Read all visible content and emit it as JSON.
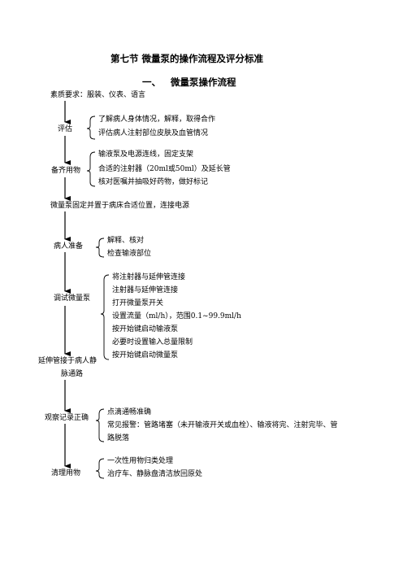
{
  "title": "第七节  微量泵的操作流程及评分标准",
  "subtitle": {
    "number": "一、",
    "text": "微量泵操作流程"
  },
  "steps": [
    {
      "label": "素质要求：服装、仪表、语言",
      "items": []
    },
    {
      "label": "评估",
      "items": [
        "了解病人身体情况，解释，取得合作",
        "评估病人注射部位皮肤及血管情况"
      ]
    },
    {
      "label": "备齐用物",
      "items": [
        "输液泵及电源连线，固定支架",
        "合适的注射器（20ml或50ml）及延长管",
        "核对医嘱并抽吸好药物，做好标记"
      ]
    },
    {
      "label": "微量泵固定并置于病床合适位置，连接电源",
      "items": []
    },
    {
      "label": "病人准备",
      "items": [
        "解释、核对",
        "检查输液部位"
      ]
    },
    {
      "label": "调试微量泵",
      "items": [
        "将注射器与延伸管连接",
        "注射器与延伸管连接",
        "打开微量泵开关",
        "设置流量（ml/h），范围0.1~99.9ml/h",
        "按开始键启动输液泵",
        "必要时设置输入总量限制",
        "按开始键启动微量泵"
      ]
    },
    {
      "label_lines": [
        "延伸管接于病人静",
        "脉通路"
      ],
      "items": []
    },
    {
      "label": "观察记录正确",
      "items": [
        "点滴通畅准确",
        "常见报警：管路堵塞（未开输液开关或血栓）、输液将完、注射完毕、管",
        "路脱落"
      ]
    },
    {
      "label": "清理用物",
      "items": [
        "一次性用物归类处理",
        "治疗车、静脉盘清洁放回原处"
      ]
    }
  ]
}
